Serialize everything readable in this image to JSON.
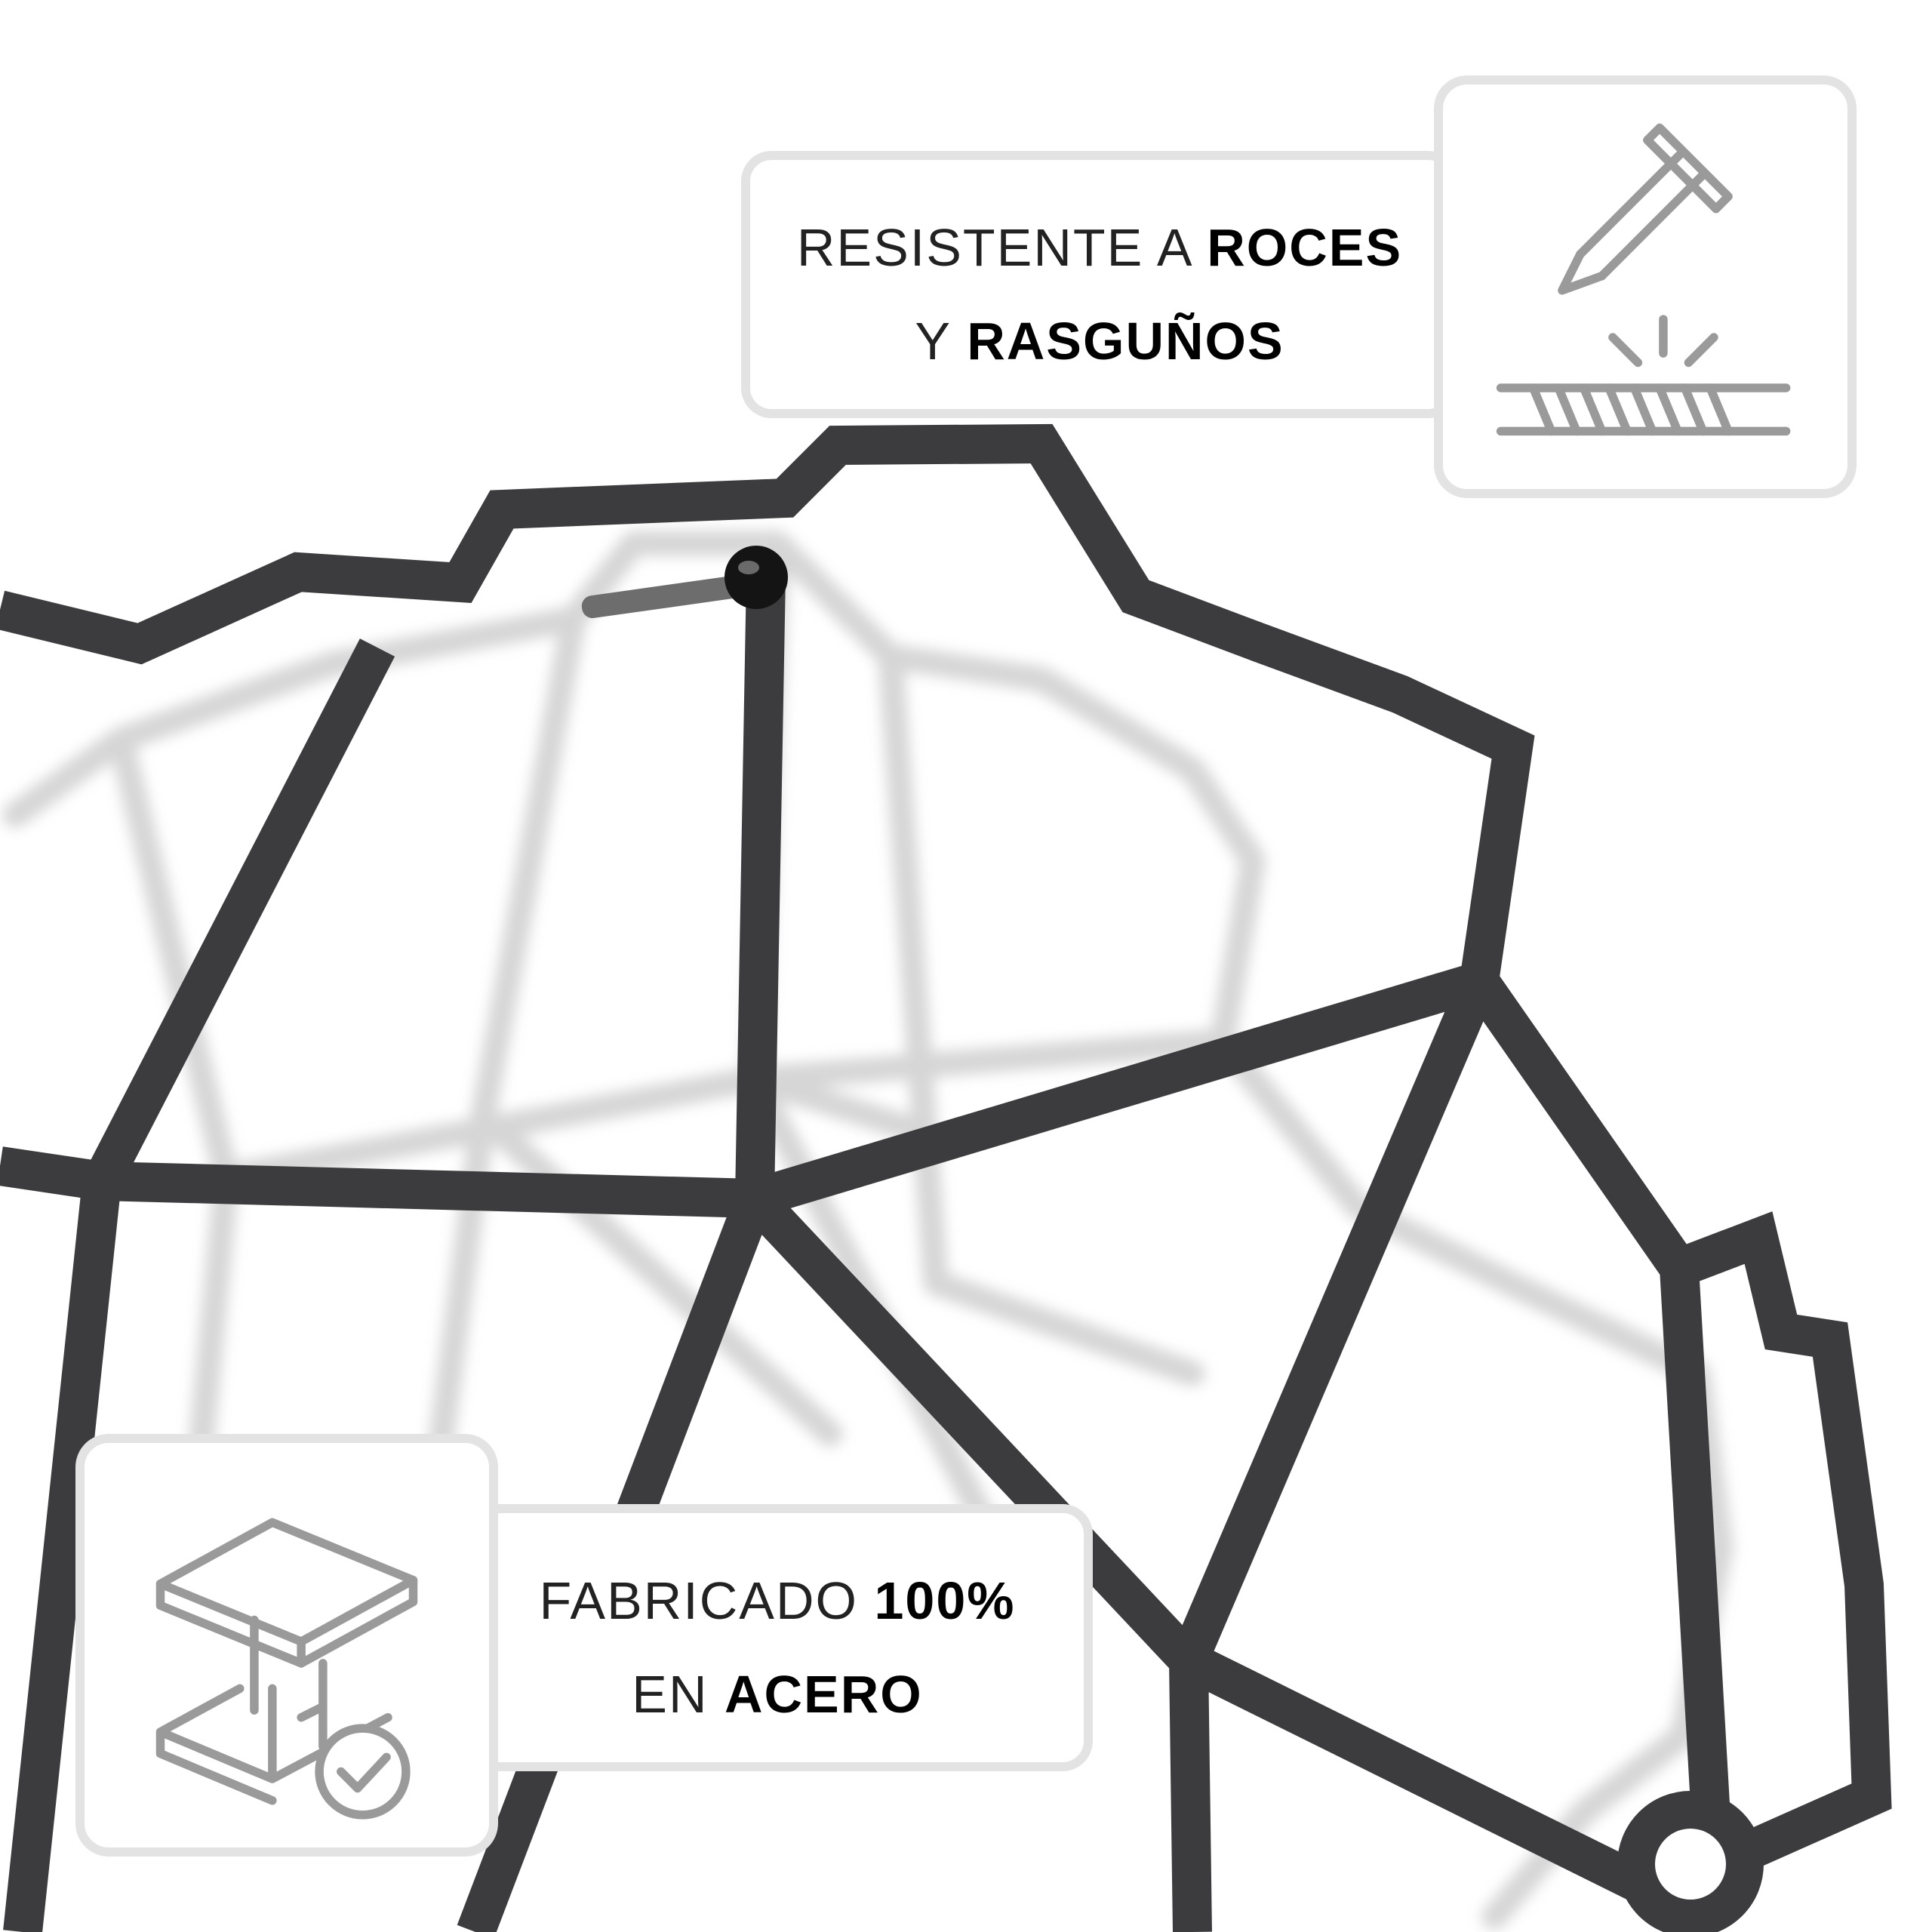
{
  "badges": {
    "scratch": {
      "line1_light": "RESISTENTE A",
      "line1_bold": "ROCES",
      "line2_light": "Y",
      "line2_bold": "RASGUÑOS",
      "icon": "nail-scratch-icon"
    },
    "steel": {
      "line1_light": "FABRICADO",
      "line1_bold": "100%",
      "line2_light": "EN",
      "line2_bold": "ACERO",
      "icon": "steel-beam-check-icon"
    }
  },
  "colors": {
    "metal": "#3c3c3e",
    "shadow": "#cfcfcf",
    "card_border": "#e3e3e3",
    "icon_stroke": "#9a9a9a"
  }
}
